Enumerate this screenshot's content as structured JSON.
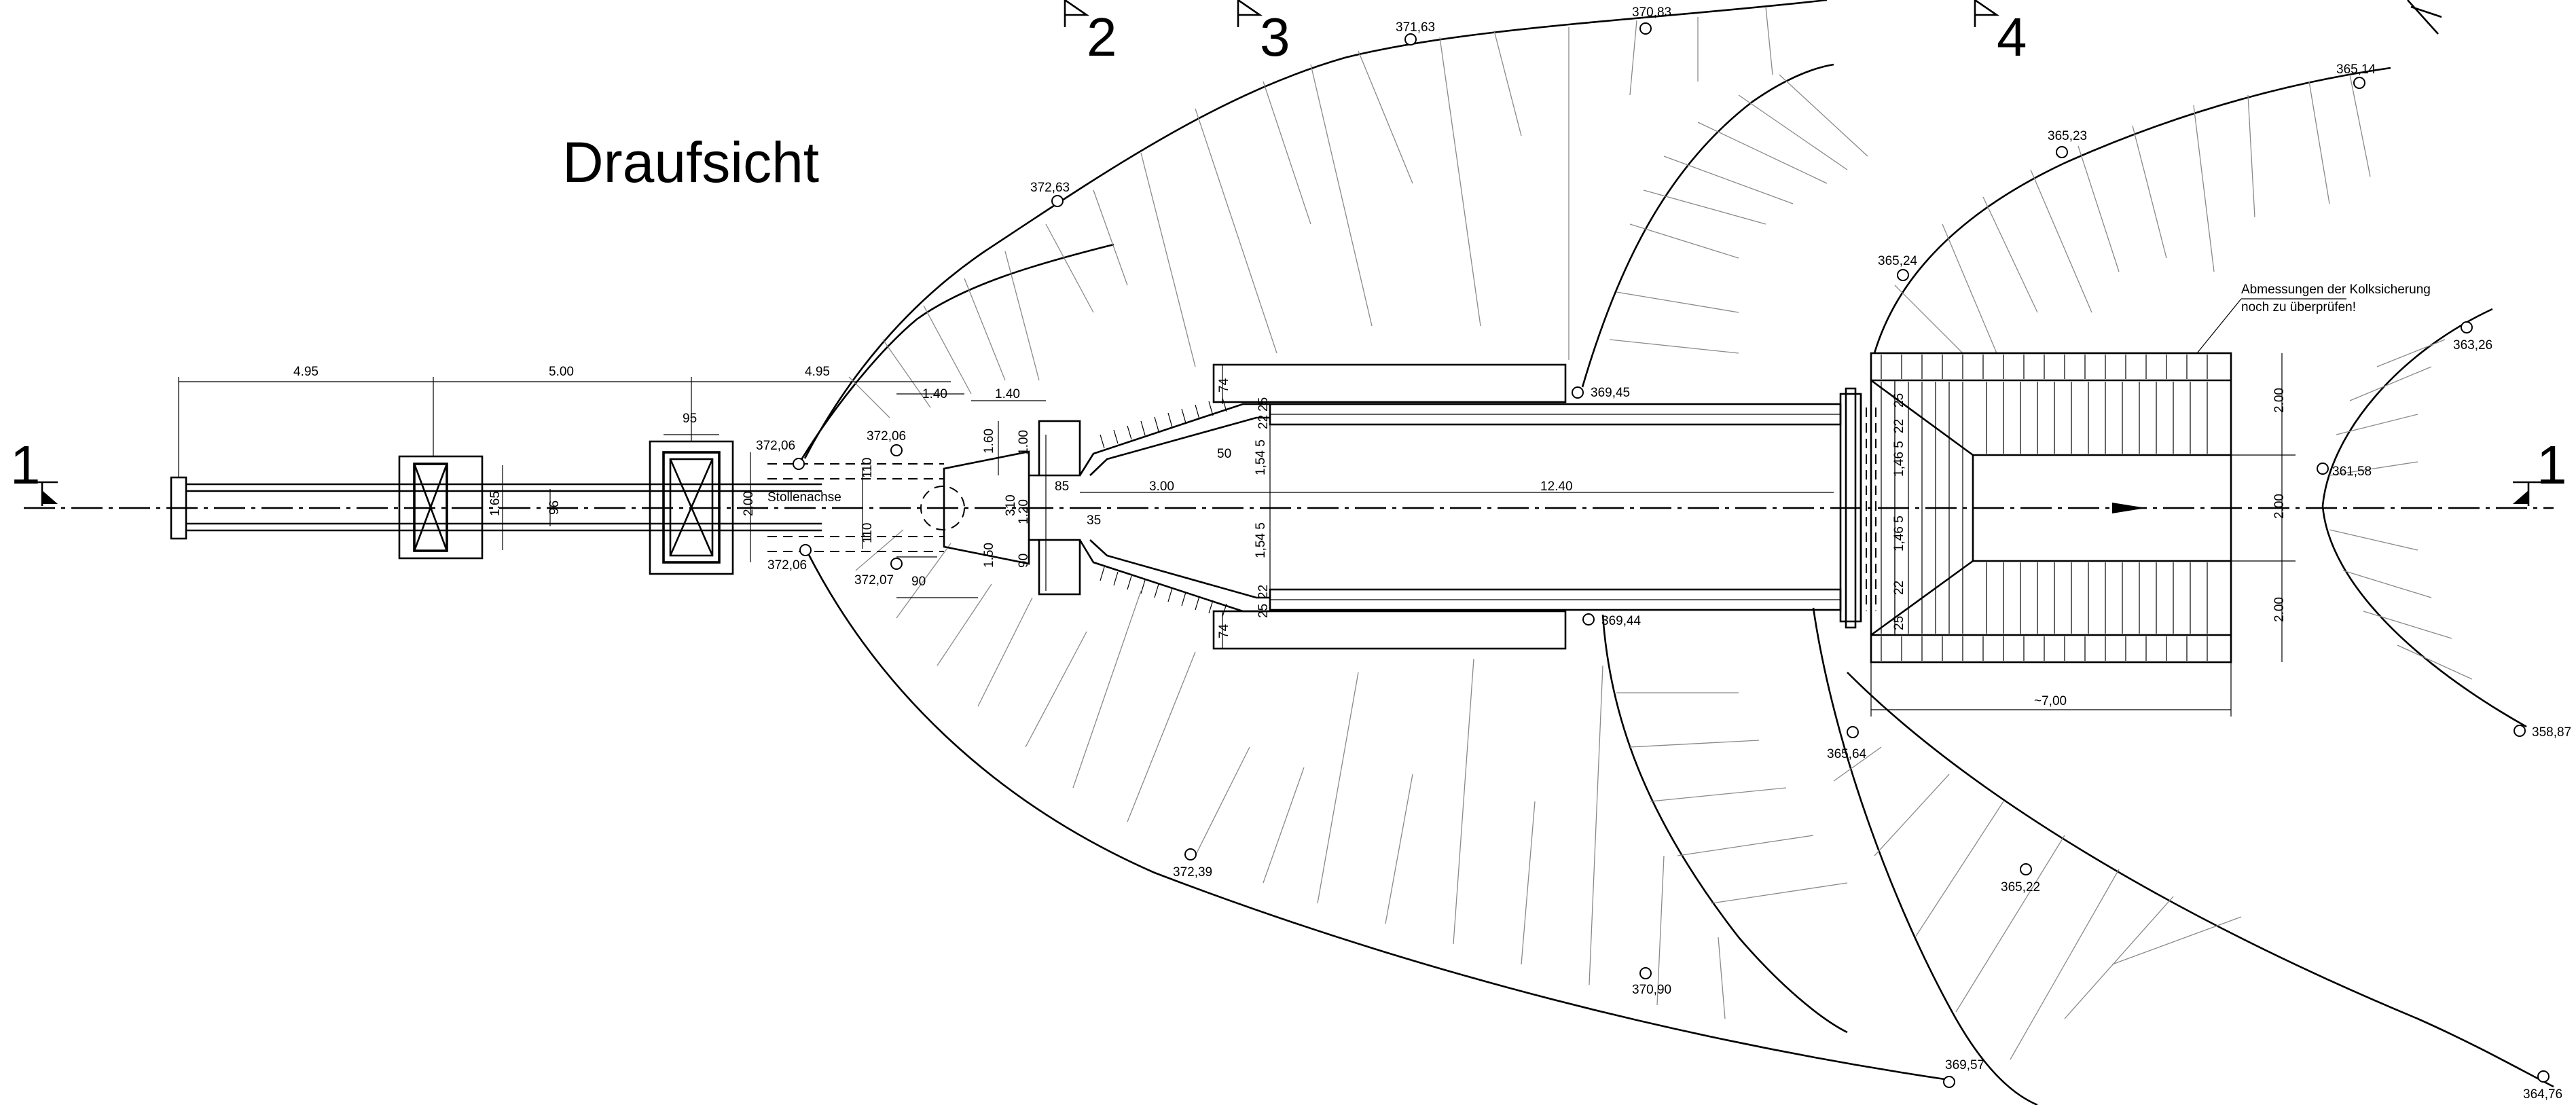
{
  "title": "Draufsicht",
  "note": {
    "line1": "Abmessungen der Kolksicherung",
    "line2": "noch zu überprüfen!"
  },
  "axis_label": "Stollenachse",
  "section_marks": {
    "s1_left": "1",
    "s1_right": "1",
    "s2": "2",
    "s3": "3",
    "s4": "4"
  },
  "elevations": {
    "e1": "371,63",
    "e2": "370,83",
    "e3": "372,63",
    "e4": "365,14",
    "e5": "365,23",
    "e6": "365,24",
    "e7": "363,26",
    "e8": "369,45",
    "e9": "372,06",
    "e10": "372,06",
    "e11": "361,58",
    "e12": "372,06",
    "e13": "372,07",
    "e14": "369,44",
    "e15": "358,87",
    "e16": "365,64",
    "e17": "372,39",
    "e18": "365,22",
    "e19": "370,90",
    "e20": "369,57",
    "e21": "364,76"
  },
  "dimensions": {
    "d_495a": "4.95",
    "d_500": "5.00",
    "d_495b": "4.95",
    "d_140a": "1.40",
    "d_140b": "1.40",
    "d_95": "95",
    "d_165": "1.65",
    "d_96": "96",
    "d_200a": "2.00",
    "d_110a": "110",
    "d_110b": "110",
    "d_160": "1.60",
    "d_100": "1.00",
    "d_310": "310",
    "d_120": "1.20",
    "d_150": "1.50",
    "d_85": "85",
    "d_35": "35",
    "d_90a": "90",
    "d_90b": "90",
    "d_300": "3.00",
    "d_50": "50",
    "d_154a": "1,54 5",
    "d_154b": "1,54 5",
    "d_74a": "74",
    "d_74b": "74",
    "d_25a": "25",
    "d_22a": "22",
    "d_25b": "25",
    "d_22b": "22",
    "d_1240": "12.40",
    "d_25c": "25",
    "d_22c": "22",
    "d_146a": "1,46 5",
    "d_146b": "1,46 5",
    "d_22d": "22",
    "d_25d": "25",
    "d_200b": "2.00",
    "d_200c": "2.00",
    "d_200d": "2.00",
    "d_700": "~7,00"
  }
}
